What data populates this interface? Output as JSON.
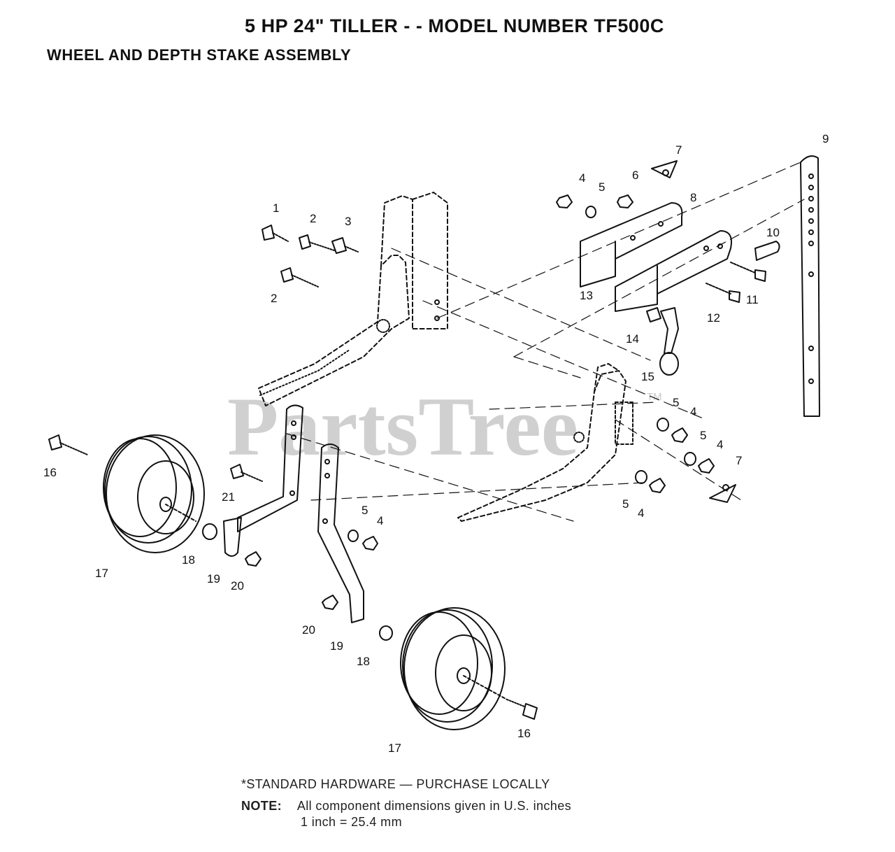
{
  "header": {
    "title": "5 HP 24\" TILLER - - MODEL NUMBER TF500C",
    "subtitle": "WHEEL AND DEPTH STAKE ASSEMBLY"
  },
  "watermark": {
    "text": "PartsTree",
    "tm": "TM",
    "color": "#c8c8c8"
  },
  "callouts": [
    "1",
    "2",
    "2",
    "3",
    "4",
    "5",
    "6",
    "7",
    "8",
    "9",
    "10",
    "11",
    "12",
    "13",
    "14",
    "15",
    "5",
    "4",
    "5",
    "4",
    "7",
    "5",
    "4",
    "16",
    "17",
    "18",
    "19",
    "20",
    "21",
    "5",
    "4",
    "20",
    "19",
    "18",
    "17",
    "16"
  ],
  "footer": {
    "standard_hardware": "*STANDARD HARDWARE — PURCHASE LOCALLY",
    "note_label": "NOTE:",
    "note_text": "All component dimensions given in U.S. inches",
    "conversion": "1 inch = 25.4 mm"
  }
}
